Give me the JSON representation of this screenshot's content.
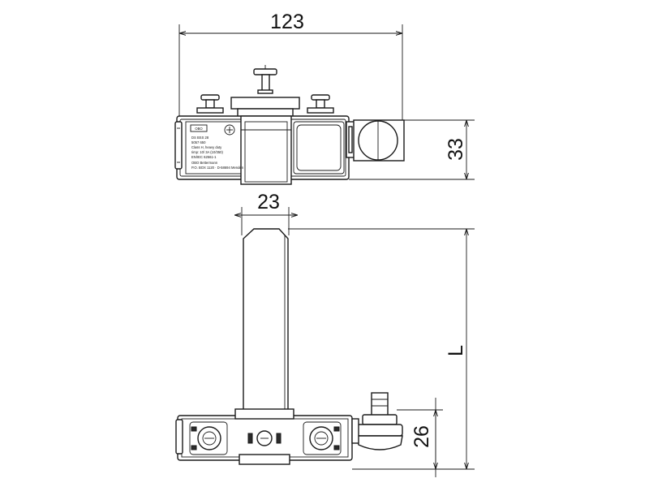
{
  "dimensions": {
    "width_top": "123",
    "height_top": "33",
    "rod_width": "23",
    "length": "L",
    "height_bottom": "26"
  },
  "product_label": {
    "brand": "OBO",
    "lines": [
      "DS BSS 28",
      "5057 650",
      "Class H, heavy duty",
      "Iimp: 10/ 3A (10/350)",
      "EN/IEC 62561-1",
      "OBO Bettermann",
      "P.O. BOX 1120 · D-58694 Menden"
    ]
  },
  "colors": {
    "line": "#1a1a1a",
    "dark_fill": "#2b2b2b",
    "background": "#ffffff"
  }
}
